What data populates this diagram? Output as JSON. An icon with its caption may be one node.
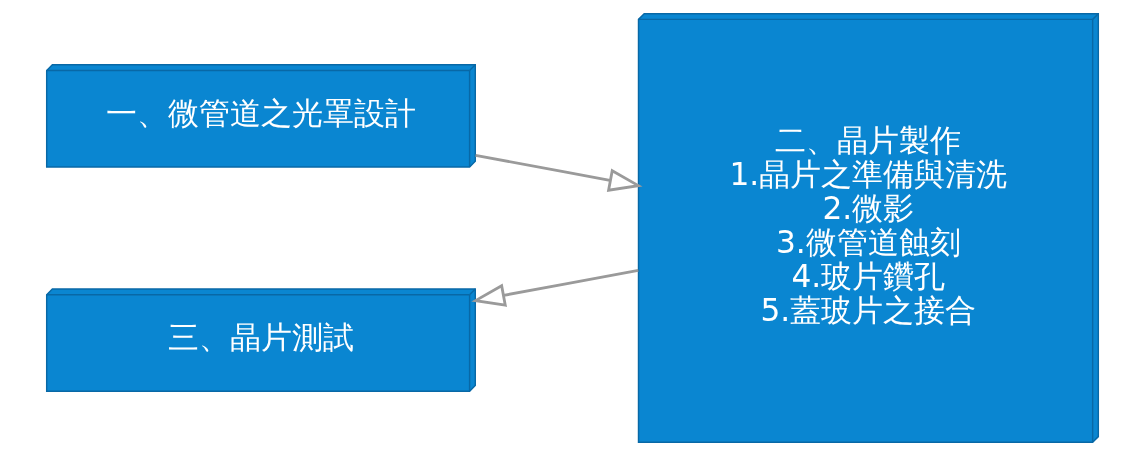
{
  "diagram": {
    "nodes": [
      {
        "text": [
          "一、微管道之光罩設計"
        ]
      },
      {
        "text": [
          "二、晶片製作",
          "1.晶片之準備與清洗",
          "2.微影",
          "3.微管道蝕刻",
          "4.玻片鑽孔",
          "5.蓋玻片之接合"
        ]
      },
      {
        "text": [
          "三、晶片測試"
        ]
      }
    ],
    "edges": [
      {
        "from": 0,
        "to": 1,
        "arrow": "to"
      },
      {
        "from": 1,
        "to": 2,
        "arrow": "to"
      }
    ]
  }
}
